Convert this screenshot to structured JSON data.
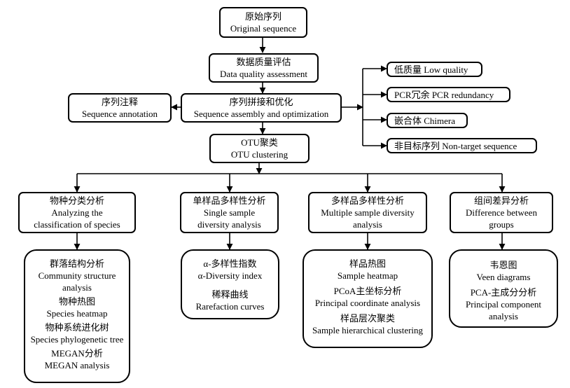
{
  "original": {
    "zh": "原始序列",
    "en": "Original sequence"
  },
  "quality": {
    "zh": "数据质量评估",
    "en": "Data quality assessment"
  },
  "assembly": {
    "zh": "序列拼接和优化",
    "en": "Sequence assembly and optimization"
  },
  "annotation": {
    "zh": "序列注释",
    "en": "Sequence annotation"
  },
  "otu": {
    "zh": "OTU聚类",
    "en": "OTU clustering"
  },
  "filters": [
    "低质量 Low quality",
    "PCR冗余 PCR redundancy",
    "嵌合体 Chimera",
    "非目标序列 Non-target sequence"
  ],
  "categories": [
    {
      "zh": "物种分类分析",
      "en": [
        "Analyzing the",
        "classification of species"
      ]
    },
    {
      "zh": "单样品多样性分析",
      "en": [
        "Single sample",
        "diversity analysis"
      ]
    },
    {
      "zh": "多样品多样性分析",
      "en": [
        "Multiple sample diversity",
        "analysis"
      ]
    },
    {
      "zh": "组间差异分析",
      "en": [
        "Difference between",
        "groups"
      ]
    }
  ],
  "details": [
    [
      {
        "zh": "群落结构分析",
        "en": [
          "Community structure",
          "analysis"
        ]
      },
      {
        "zh": "物种热图",
        "en": [
          "Species heatmap"
        ]
      },
      {
        "zh": "物种系统进化树",
        "en": [
          "Species phylogenetic tree"
        ]
      },
      {
        "zh": "MEGAN分析",
        "en": [
          "MEGAN analysis"
        ]
      }
    ],
    [
      {
        "zh": "α-多样性指数",
        "en": [
          "α-Diversity index"
        ]
      },
      {
        "zh": "稀释曲线",
        "en": [
          "Rarefaction curves"
        ]
      }
    ],
    [
      {
        "zh": "样品热图",
        "en": [
          "Sample heatmap"
        ]
      },
      {
        "zh": "PCoA主坐标分析",
        "en": [
          "Principal coordinate analysis"
        ]
      },
      {
        "zh": "样品层次聚类",
        "en": [
          "Sample hierarchical clustering"
        ]
      }
    ],
    [
      {
        "zh": "韦恩图",
        "en": [
          "Veen diagrams"
        ]
      },
      {
        "zh": "PCA-主成分分析",
        "en": [
          "Principal component",
          "analysis"
        ]
      }
    ]
  ]
}
